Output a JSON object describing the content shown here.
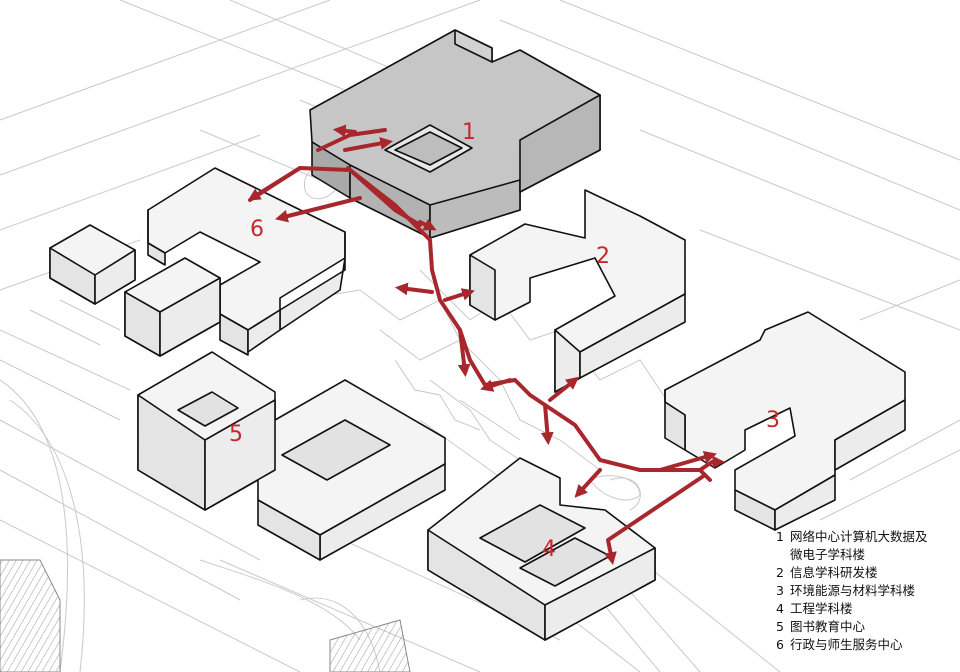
{
  "labels": {
    "b1": "1",
    "b2": "2",
    "b3": "3",
    "b4": "4",
    "b5": "5",
    "b6": "6"
  },
  "legend": [
    {
      "num": "1",
      "text": "网络中心计算机大数据及",
      "cont": "微电子学科楼"
    },
    {
      "num": "2",
      "text": "信息学科研发楼"
    },
    {
      "num": "3",
      "text": "环境能源与材料学科楼"
    },
    {
      "num": "4",
      "text": "工程学科楼"
    },
    {
      "num": "5",
      "text": "图书教育中心"
    },
    {
      "num": "6",
      "text": "行政与师生服务中心"
    }
  ],
  "colors": {
    "route": "#a8272c",
    "number": "#c8262c",
    "building_top": "#f4f4f4",
    "building_left": "#e4e4e4",
    "building_right": "#ececec",
    "highlight_building": "#b8b8b8",
    "context_line": "#c9c9c9"
  }
}
